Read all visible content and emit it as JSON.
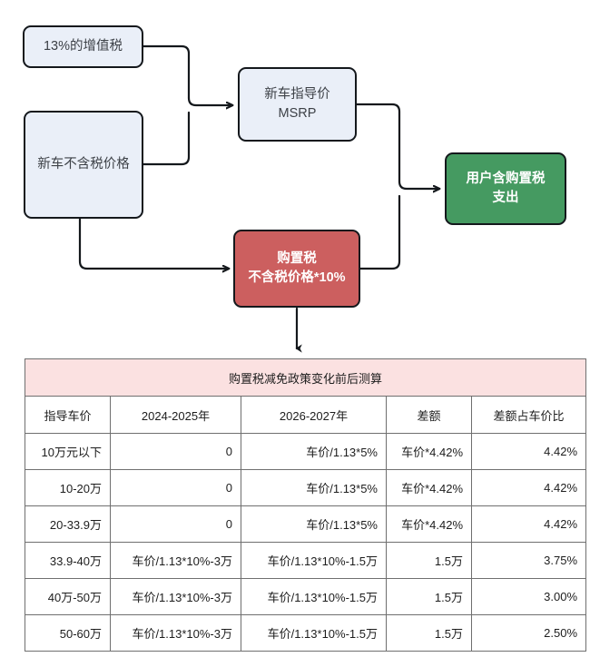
{
  "diagram": {
    "title_hidden": "",
    "nodes": [
      {
        "id": "vat",
        "label": "13%的增值税",
        "color": "#eaeff8"
      },
      {
        "id": "netpr",
        "label": "新车不含税价格",
        "color": "#eaeff8"
      },
      {
        "id": "msrp",
        "label": "新车指导价\nMSRP",
        "color": "#eaeff8"
      },
      {
        "id": "tax",
        "label": "购置税\n不含税价格*10%",
        "color": "#cc5f5f"
      },
      {
        "id": "out",
        "label": "用户含购置税\n支出",
        "color": "#459a61"
      }
    ],
    "edges": [
      {
        "from": "vat",
        "to": "msrp"
      },
      {
        "from": "netpr",
        "to": "msrp"
      },
      {
        "from": "netpr",
        "to": "tax"
      },
      {
        "from": "msrp",
        "to": "out"
      },
      {
        "from": "tax",
        "to": "out"
      },
      {
        "from": "tax",
        "to": "table"
      }
    ]
  },
  "table": {
    "title": "购置税减免政策变化前后测算",
    "title_bg": "#fbe1e1",
    "columns": [
      "指导车价",
      "2024-2025年",
      "2026-2027年",
      "差额",
      "差额占车价比"
    ],
    "rows": [
      [
        "10万元以下",
        "0",
        "车价/1.13*5%",
        "车价*4.42%",
        "4.42%"
      ],
      [
        "10-20万",
        "0",
        "车价/1.13*5%",
        "车价*4.42%",
        "4.42%"
      ],
      [
        "20-33.9万",
        "0",
        "车价/1.13*5%",
        "车价*4.42%",
        "4.42%"
      ],
      [
        "33.9-40万",
        "车价/1.13*10%-3万",
        "车价/1.13*10%-1.5万",
        "1.5万",
        "3.75%"
      ],
      [
        "40万-50万",
        "车价/1.13*10%-3万",
        "车价/1.13*10%-1.5万",
        "1.5万",
        "3.00%"
      ],
      [
        "50-60万",
        "车价/1.13*10%-3万",
        "车价/1.13*10%-1.5万",
        "1.5万",
        "2.50%"
      ]
    ]
  },
  "colors": {
    "box_blue": "#eaeff8",
    "box_red": "#cc5f5f",
    "box_green": "#459a61",
    "table_header_pink": "#fbe1e1",
    "stroke": "#14181c",
    "table_border": "#6f6f6f"
  }
}
